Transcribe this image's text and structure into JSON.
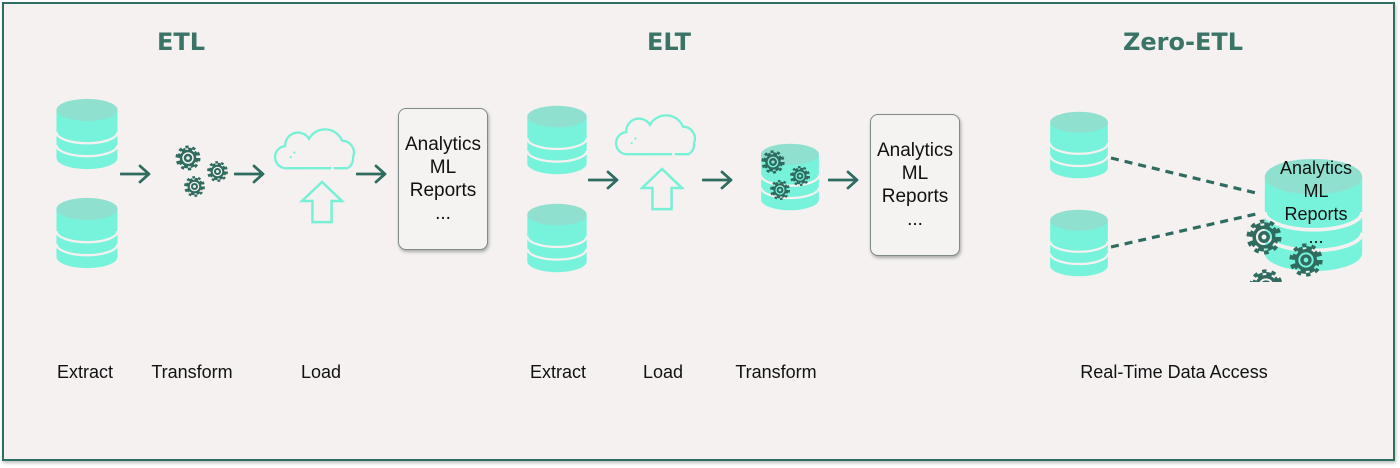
{
  "colors": {
    "frame_border": "#2f6f62",
    "background": "#f4f1f0",
    "title": "#3a7466",
    "db_top": "#8fe0cf",
    "db_body": "#78f3db",
    "gear": "#2f6b5e",
    "arrow": "#2f6b5e",
    "cloud": "#78f0d6"
  },
  "sections": [
    {
      "title": "ETL",
      "stages": [
        "Extract",
        "Transform",
        "Load"
      ],
      "target": {
        "lines": [
          "Analytics",
          "ML",
          "Reports",
          "..."
        ]
      }
    },
    {
      "title": "ELT",
      "stages": [
        "Extract",
        "Load",
        "Transform"
      ],
      "target": {
        "lines": [
          "Analytics",
          "ML",
          "Reports",
          "..."
        ]
      }
    },
    {
      "title": "Zero-ETL",
      "stages": [
        "Real-Time Data Access"
      ],
      "target": {
        "lines": [
          "Analytics",
          "ML",
          "Reports",
          "..."
        ]
      }
    }
  ],
  "icons": {
    "source": "database-icon",
    "transform": "gears-icon",
    "load": "cloud-upload-icon",
    "flow": "arrow-right-icon",
    "connection": "dotted-line"
  }
}
